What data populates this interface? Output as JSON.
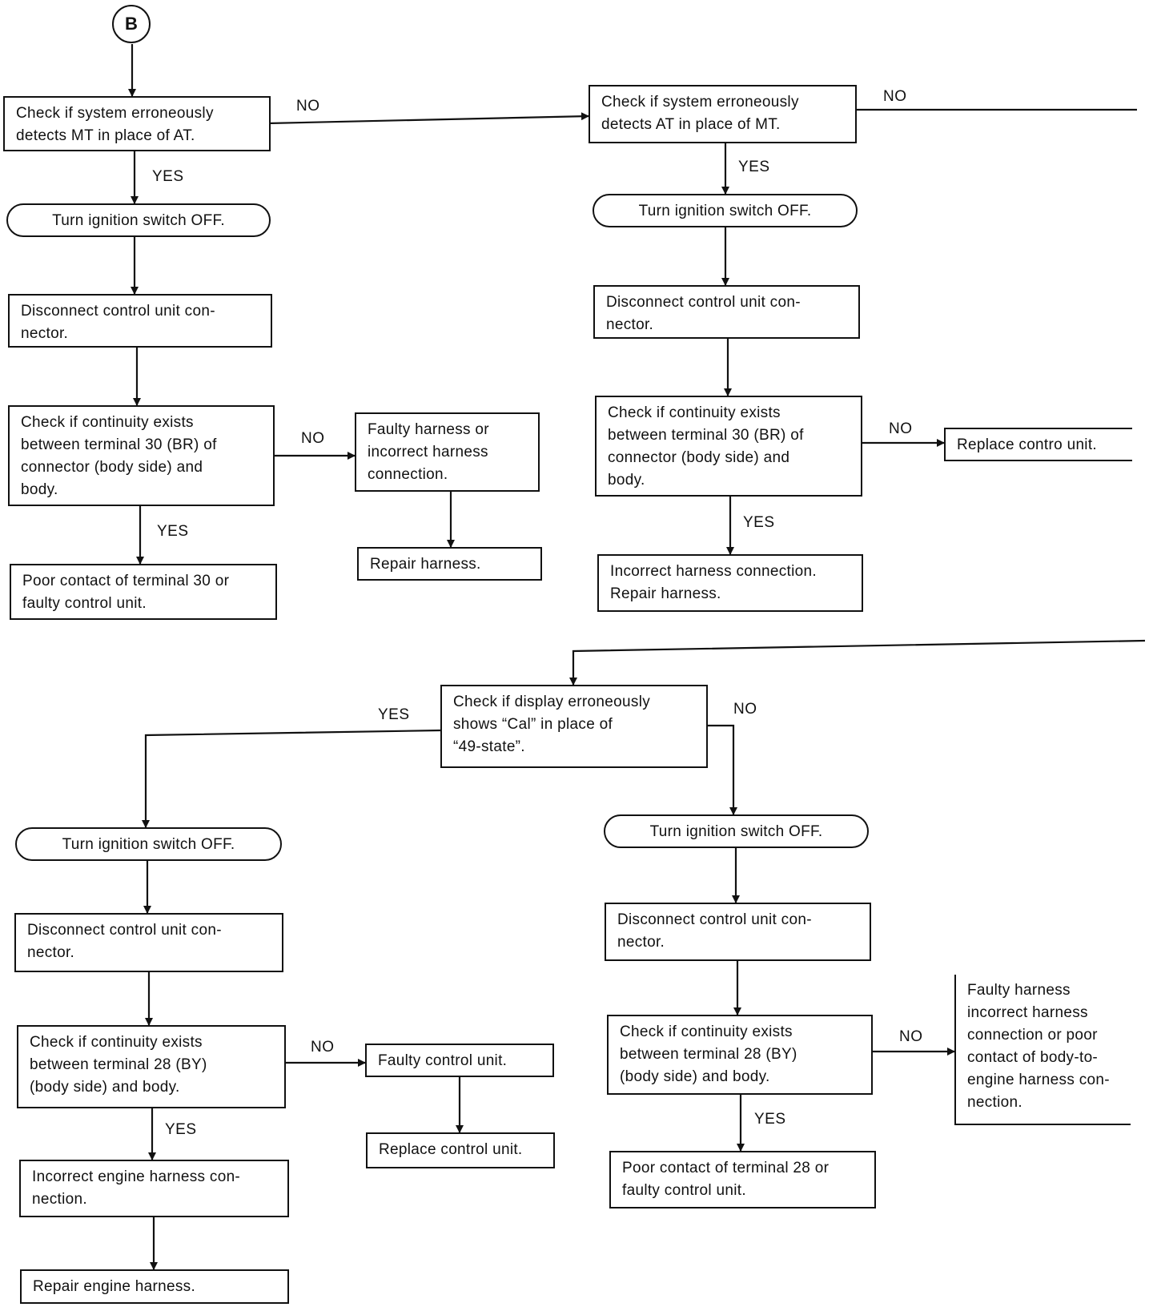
{
  "start_marker": "B",
  "edge_labels": {
    "yes": "YES",
    "no": "NO"
  },
  "left": {
    "check_mt": "Check if system erroneously\ndetects MT in place of AT.",
    "ign_off": "Turn ignition switch OFF.",
    "disconnect": "Disconnect control unit con-\nnector.",
    "check_30": "Check if continuity exists\nbetween terminal 30 (BR) of\nconnector (body side) and\nbody.",
    "faulty_harness": "Faulty harness or\nincorrect harness\nconnection.",
    "repair_harness": "Repair harness.",
    "poor_contact_30": "Poor contact of terminal 30 or\nfaulty control unit."
  },
  "right": {
    "check_at": "Check if system erroneously\ndetects AT in place of MT.",
    "ign_off": "Turn ignition switch OFF.",
    "disconnect": "Disconnect control unit con-\nnector.",
    "check_30": "Check if continuity exists\nbetween terminal 30 (BR) of\nconnector (body side) and\nbody.",
    "replace_unit": "Replace contro unit.",
    "incorrect_harness": "Incorrect harness connection.\nRepair harness."
  },
  "bottom": {
    "check_display": "Check if display erroneously\nshows “Cal” in place of\n“49-state”.",
    "yes_branch": {
      "ign_off": "Turn ignition switch OFF.",
      "disconnect": "Disconnect control unit con-\nnector.",
      "check_28": "Check if continuity exists\nbetween terminal 28 (BY)\n(body side) and body.",
      "faulty_unit": "Faulty control unit.",
      "replace_unit": "Replace control unit.",
      "incorrect_engine": "Incorrect engine harness con-\nnection.",
      "repair_engine": "Repair engine harness."
    },
    "no_branch": {
      "ign_off": "Turn ignition switch OFF.",
      "disconnect": "Disconnect control unit con-\nnector.",
      "check_28": "Check if continuity exists\nbetween terminal 28 (BY)\n(body side) and body.",
      "faulty_harness": "Faulty harness\nincorrect harness\nconnection or poor\ncontact of body-to-\nengine harness con-\nnection.",
      "poor_contact_28": "Poor contact of terminal 28 or\nfaulty control unit."
    }
  }
}
